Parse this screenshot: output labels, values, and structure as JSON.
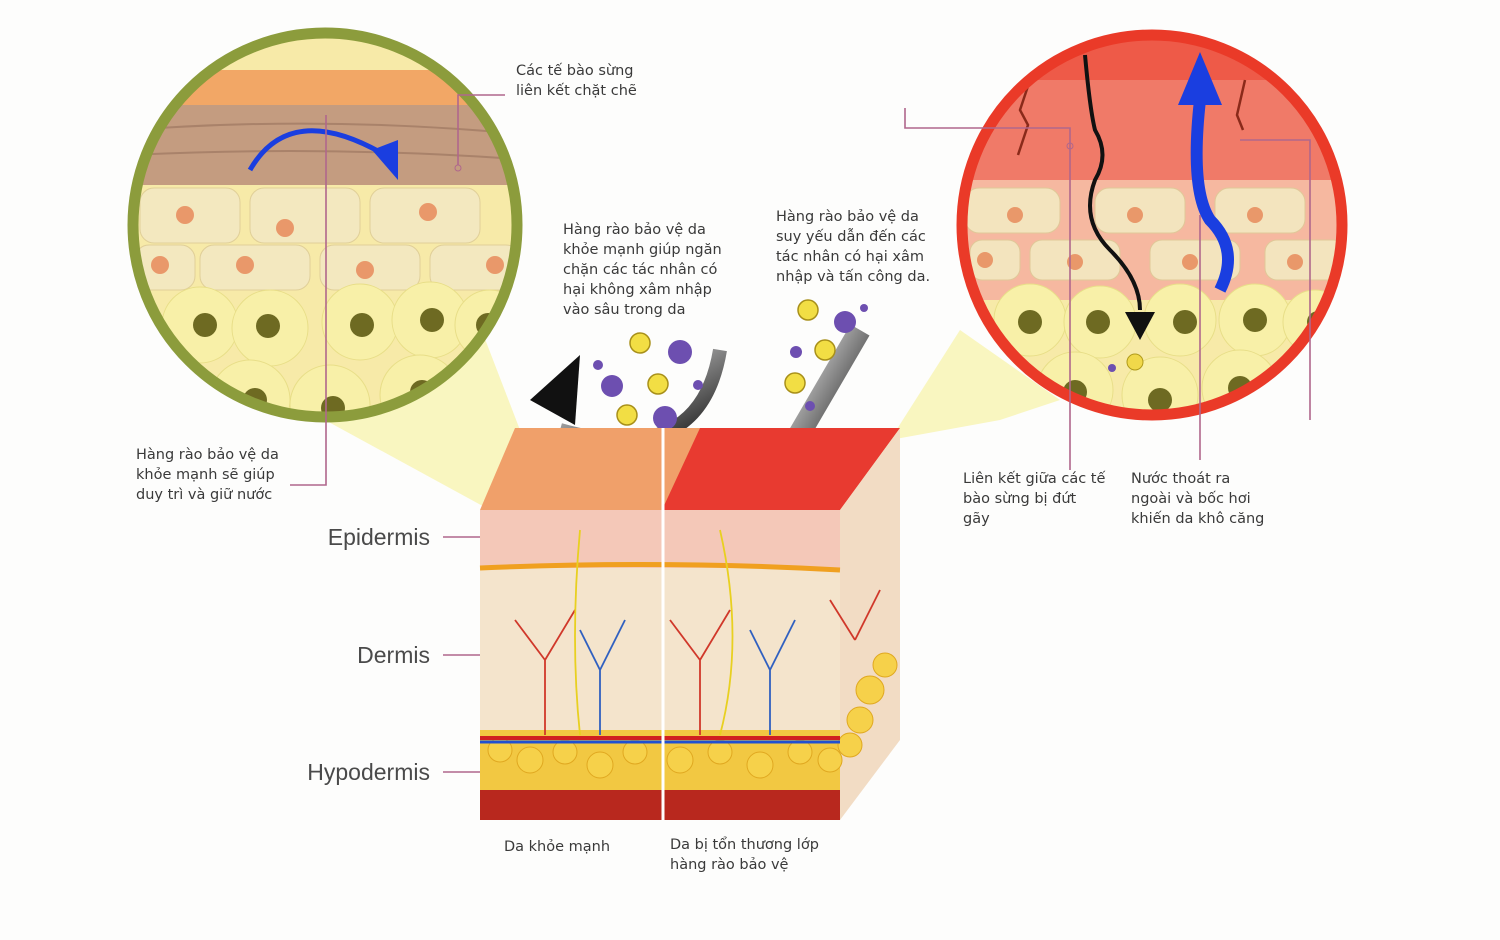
{
  "layers": {
    "epidermis": "Epidermis",
    "dermis": "Dermis",
    "hypodermis": "Hypodermis"
  },
  "notes": {
    "tight_cells": [
      "Các tế bào sừng",
      "liên kết chặt chẽ"
    ],
    "healthy_block": [
      "Hàng rào bảo vệ da",
      "khỏe mạnh giúp ngăn",
      "chặn các tác nhân có",
      "hại không xâm nhập",
      "vào sâu trong da"
    ],
    "weak_attack": [
      "Hàng rào bảo vệ da",
      "suy yếu dẫn đến các",
      "tác nhân có hại xâm",
      "nhập và tấn công da."
    ],
    "healthy_water": [
      "Hàng rào bảo vệ da",
      "khỏe mạnh sẽ giúp",
      "duy trì và giữ nước"
    ],
    "broken_links": [
      "Liên kết giữa các tế",
      "bào sừng bị đứt",
      "gãy"
    ],
    "water_loss": [
      "Nước thoát ra",
      "ngoài và bốc hơi",
      "khiến da khô căng"
    ]
  },
  "captions": {
    "healthy": [
      "Da khỏe mạnh"
    ],
    "damaged": [
      "Da bị tổn thương lớp",
      "hàng rào bảo vệ"
    ]
  },
  "colors": {
    "healthy_ring": "#8c9c3c",
    "damaged_ring": "#ea3a28",
    "leader": "#b0678c",
    "water_arrow": "#1a3ee0"
  }
}
